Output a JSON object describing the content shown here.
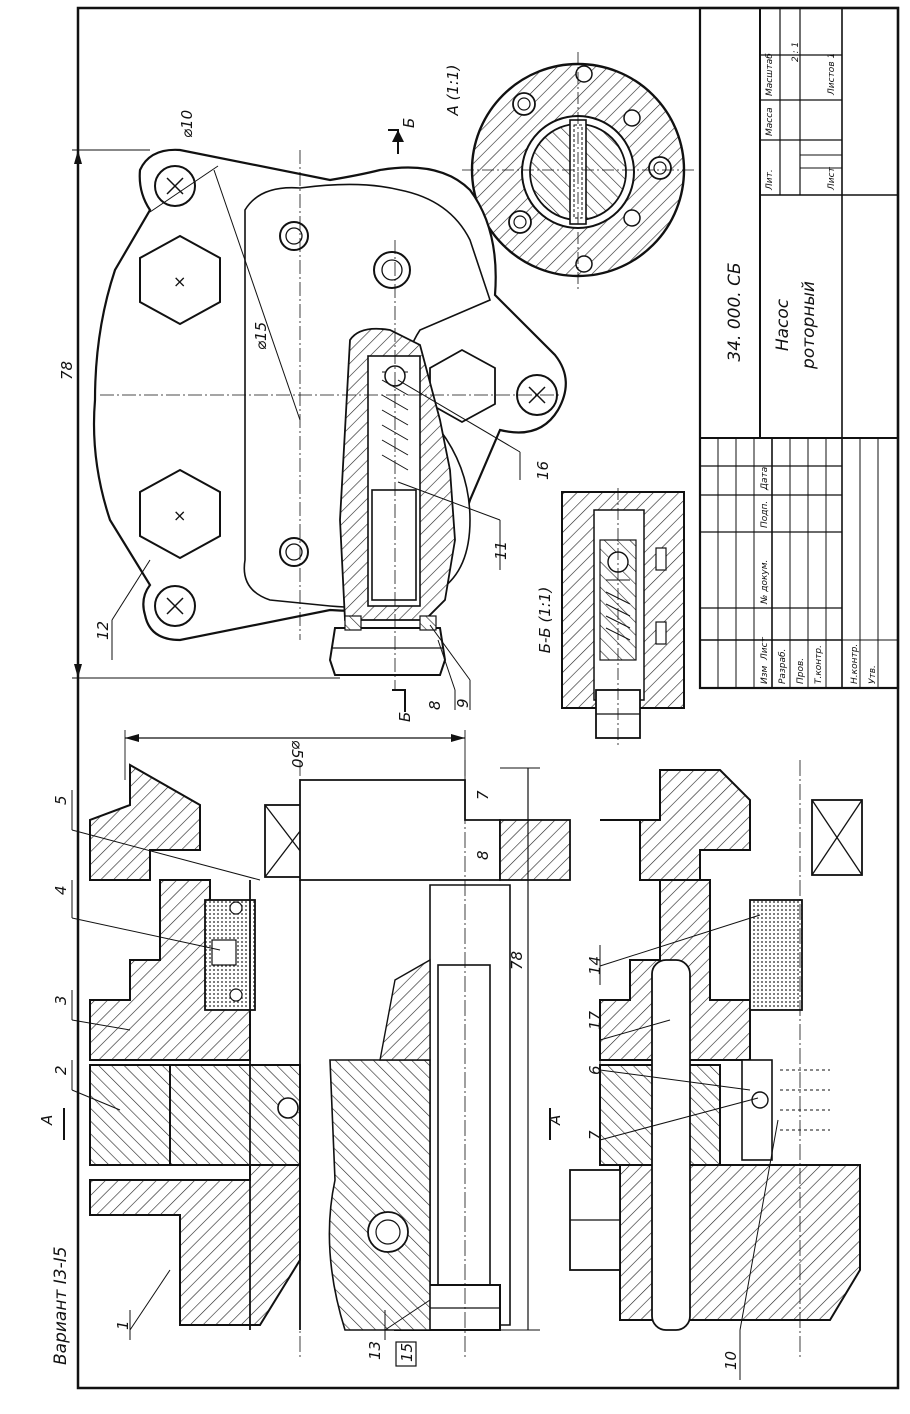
{
  "variant": "Вариант I3-I5",
  "title_block": {
    "designation": "34. 000. СБ",
    "name_line1": "Насос",
    "name_line2": "роторный",
    "col_lit": "Лит.",
    "col_mass": "Масса",
    "col_scale": "Масштаб",
    "scale_value": "2 : 1",
    "sheet": "Лист",
    "sheets": "Листов 1",
    "row_headers": [
      "Изм",
      "Лист",
      "№ докум.",
      "Подп.",
      "Дата"
    ],
    "roles": [
      "Разраб.",
      "Пров.",
      "Т.контр.",
      "",
      "Н.контр.",
      "Утв."
    ]
  },
  "view_labels": {
    "view_a": "А (1:1)",
    "section_bb": "Б-Б (1:1)",
    "cut_b": "Б",
    "cut_a": "А"
  },
  "dims": {
    "d10": "⌀10",
    "d15": "⌀15",
    "d50": "⌀50",
    "len78_top": "78",
    "len78_bottom": "78",
    "dim7": "7",
    "dim8": "8"
  },
  "callouts": {
    "c1": "1",
    "c2": "2",
    "c3": "3",
    "c4": "4",
    "c5": "5",
    "c6": "6",
    "c7": "7",
    "c8": "8",
    "c9": "9",
    "c10": "10",
    "c11": "11",
    "c12": "12",
    "c13": "13",
    "c14": "14",
    "c15": "15",
    "c16": "16",
    "c17": "17"
  }
}
